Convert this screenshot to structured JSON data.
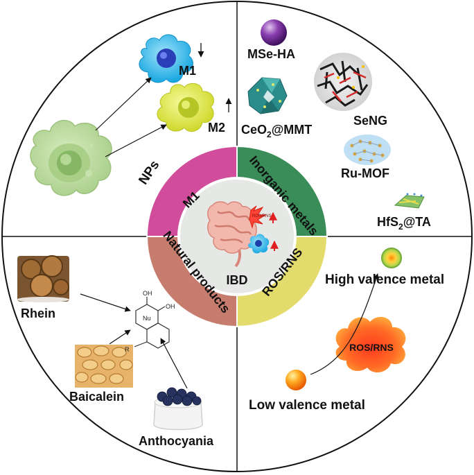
{
  "center": {
    "label": "IBD"
  },
  "ring": {
    "m1": "M1",
    "inorganic": "Inorganic metals",
    "ros": "ROS/RNS",
    "natural": "Natural products"
  },
  "ros_cloud": {
    "label": "ROS/RNS"
  },
  "top_left": {
    "nps_label": "NPs",
    "m1_label": "M1",
    "m2_label": "M2"
  },
  "top_right": {
    "mse_ha": "MSe-HA",
    "ceo2_main": "CeO",
    "ceo2_sub": "2",
    "ceo2_rest": "@MMT",
    "seng": "SeNG",
    "ru_mof": "Ru-MOF",
    "hfs2_main": "HfS",
    "hfs2_sub": "2",
    "hfs2_rest": "@TA"
  },
  "bottom_right": {
    "high_valence": "High valence metal",
    "low_valence": "Low valence metal"
  },
  "bottom_left": {
    "rhein": "Rhein",
    "baicalein": "Baicalein",
    "anthocyania": "Anthocyania",
    "structure_oh1": "OH",
    "structure_oh2": "OH",
    "structure_nu": "Nu",
    "structure_r": "R"
  },
  "colors": {
    "m1_sector": "#d14d9b",
    "inorganic_sector": "#3a8c58",
    "ros_sector": "#e3dc6c",
    "natural_sector": "#c77d6e",
    "inner_disc": "#e6e8e6"
  }
}
